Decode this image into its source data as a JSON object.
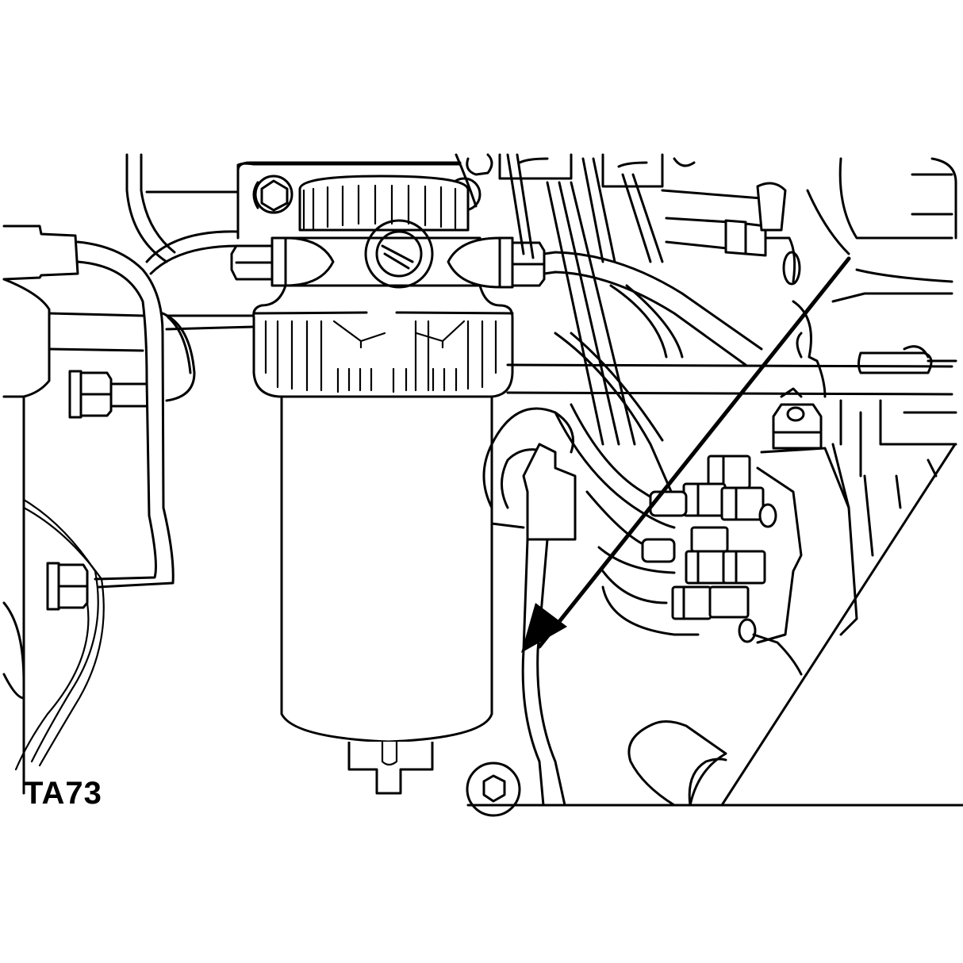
{
  "figure": {
    "label": "TA73",
    "subject": "Fuel filter assembly on engine with arrow indicating pipe",
    "colors": {
      "line": "#000000",
      "background": "#ffffff"
    },
    "components": [
      "fuel-filter-head",
      "filter-bowl-ribbed-collar",
      "filter-canister",
      "drain-tap",
      "bleed-screw",
      "inlet-banjo-union",
      "outlet-banjo-union",
      "fuel-pipes",
      "injection-pump-unions",
      "pointer-arrow"
    ]
  }
}
